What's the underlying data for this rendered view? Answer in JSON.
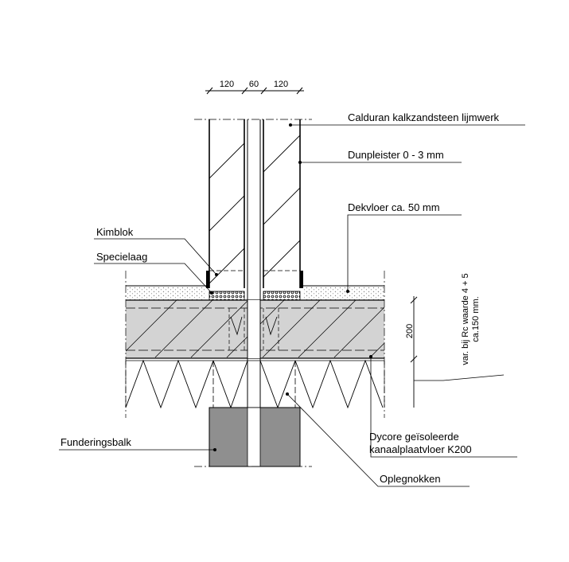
{
  "dimensions": {
    "top": [
      "120",
      "60",
      "120"
    ],
    "side": "200"
  },
  "labels": {
    "wall": "Calduran kalkzandsteen lijmwerk",
    "plaster": "Dunpleister 0 - 3 mm",
    "screed": "Dekvloer ca. 50 mm",
    "kimblok": "Kimblok",
    "mortar": "Specielaag",
    "foundation": "Funderingsbalk",
    "floor_line1": "Dycore geïsoleerde",
    "floor_line2": "kanaalplaatvloer K200",
    "supports": "Oplegnokken"
  },
  "side_note": {
    "line1": "var. bij Rc waarde 4 + 5",
    "line2": "ca.150 mm."
  },
  "colors": {
    "line": "#000000",
    "concrete": "#d3d3d3",
    "foundation": "#8f8f8f",
    "screed_dots": "#9a9a9a"
  }
}
